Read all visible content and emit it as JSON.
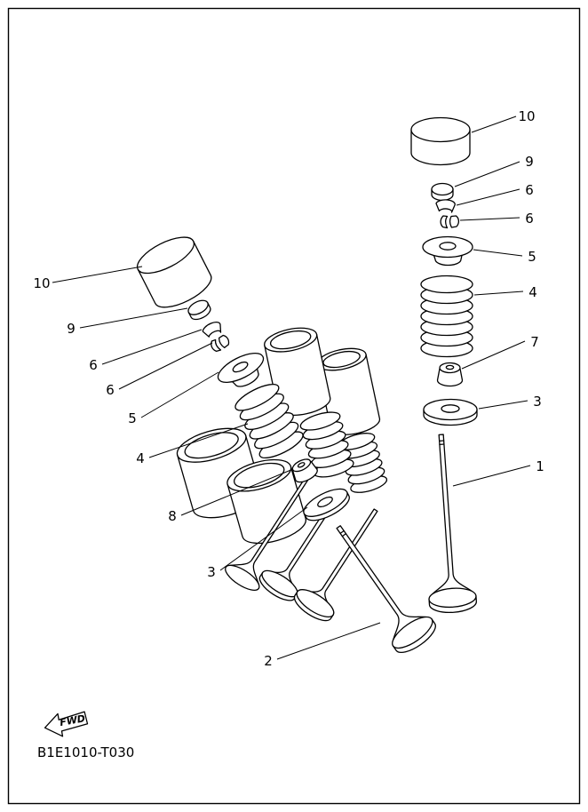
{
  "diagram": {
    "code": "B1E1010-T030",
    "fwd_label": "FWD",
    "ink_color": "#000000",
    "background_color": "#ffffff",
    "callouts_right": [
      {
        "label": "10"
      },
      {
        "label": "9"
      },
      {
        "label": "6"
      },
      {
        "label": "6"
      },
      {
        "label": "5"
      },
      {
        "label": "4"
      },
      {
        "label": "7"
      },
      {
        "label": "3"
      },
      {
        "label": "1"
      }
    ],
    "callouts_left": [
      {
        "label": "10"
      },
      {
        "label": "9"
      },
      {
        "label": "6"
      },
      {
        "label": "6"
      },
      {
        "label": "5"
      },
      {
        "label": "4"
      },
      {
        "label": "8"
      },
      {
        "label": "3"
      },
      {
        "label": "2"
      }
    ]
  }
}
